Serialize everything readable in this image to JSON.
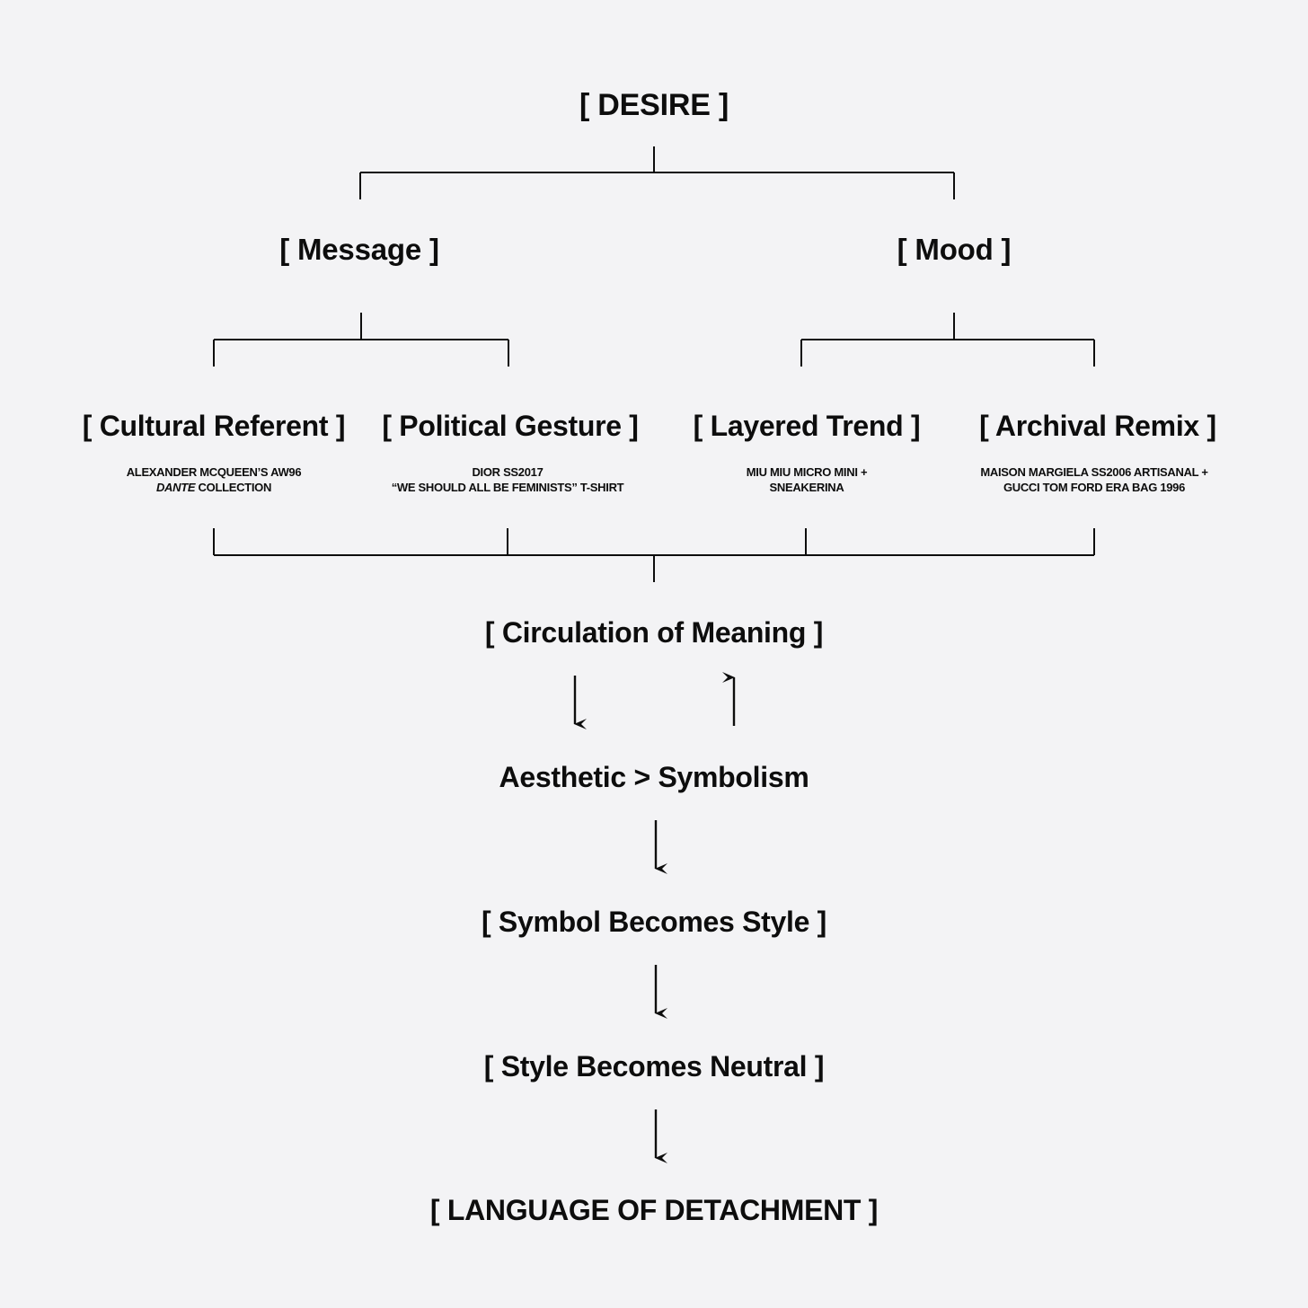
{
  "colors": {
    "background": "#f3f3f5",
    "ink": "#0d0d0d"
  },
  "root": {
    "label": "[ DESIRE ]"
  },
  "branches": [
    {
      "label": "[ Message ]"
    },
    {
      "label": "[ Mood ]"
    }
  ],
  "leaves": [
    {
      "label": "[ Cultural Referent ]",
      "caption": [
        "ALEXANDER MCQUEEN’S AW96"
      ],
      "caption_italic": "DANTE",
      "caption_tail": " COLLECTION"
    },
    {
      "label": "[ Political Gesture ]",
      "caption": [
        "DIOR SS2017",
        "“WE SHOULD ALL BE FEMINISTS” T-SHIRT"
      ]
    },
    {
      "label": "[ Layered Trend ]",
      "caption": [
        "MIU MIU MICRO MINI +",
        "SNEAKERINA"
      ]
    },
    {
      "label": "[ Archival Remix ]",
      "caption": [
        "MAISON MARGIELA SS2006 ARTISANAL +",
        "GUCCI TOM FORD ERA BAG 1996"
      ]
    }
  ],
  "flow": [
    {
      "label": "[ Circulation of Meaning ]"
    },
    {
      "label": "Aesthetic > Symbolism"
    },
    {
      "label": "[ Symbol Becomes Style ]"
    },
    {
      "label": "[ Style Becomes Neutral ]"
    },
    {
      "label": "[ LANGUAGE OF DETACHMENT ]"
    }
  ]
}
